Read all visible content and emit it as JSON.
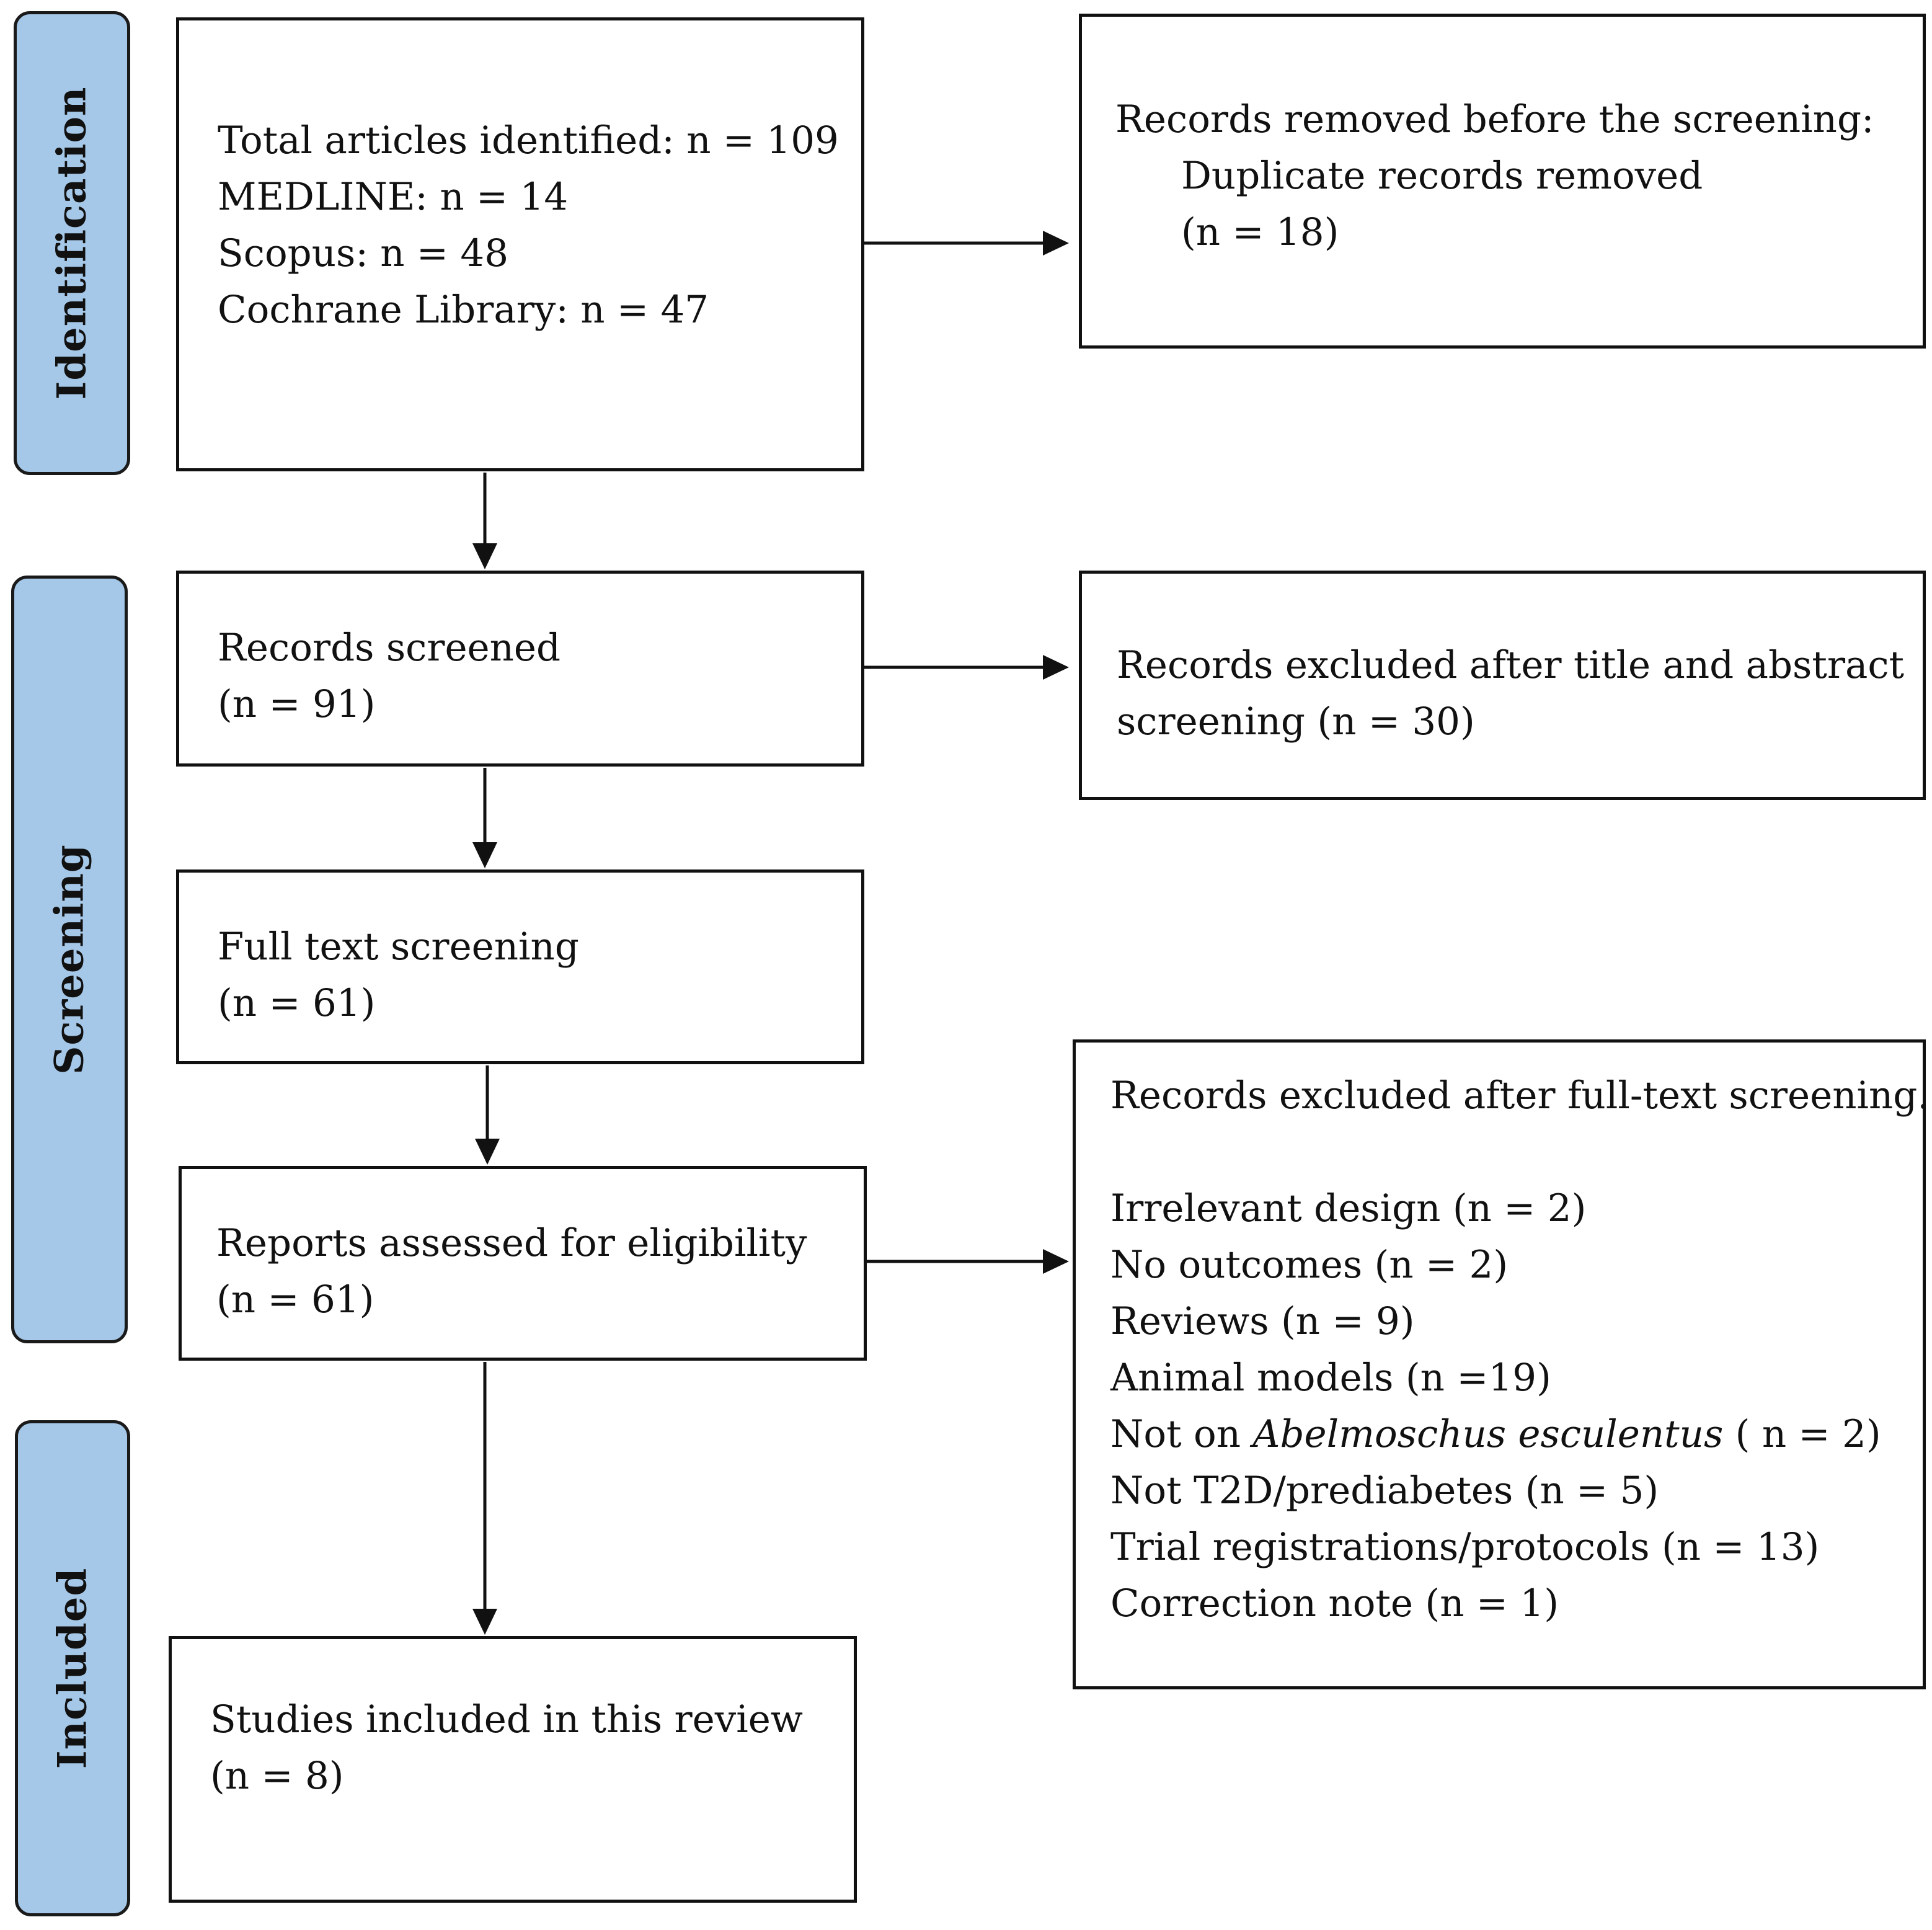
{
  "phases": {
    "identification": "Identification",
    "screening": "Screening",
    "included": "Included"
  },
  "boxes": {
    "total": {
      "lines": [
        "Total articles identified: n = 109",
        "MEDLINE: n = 14",
        "Scopus: n = 48",
        "Cochrane Library: n = 47"
      ]
    },
    "removed": {
      "title": "Records removed before the screening:",
      "sub1": "Duplicate records removed",
      "sub2": "(n = 18)"
    },
    "screened": {
      "lines": [
        "Records screened",
        "(n = 91)"
      ]
    },
    "excluded_title": {
      "lines": [
        "Records excluded after title and abstract",
        "screening (n = 30)"
      ]
    },
    "fulltext": {
      "lines": [
        "Full text screening",
        "(n = 61)"
      ]
    },
    "eligibility": {
      "lines": [
        "Reports assessed for eligibility",
        "(n = 61)"
      ]
    },
    "excluded_fulltext": {
      "title": "Records excluded after full-text screening.",
      "items": [
        "Irrelevant design (n = 2)",
        "No outcomes (n = 2)",
        "Reviews (n = 9)",
        "Animal models (n =19)"
      ],
      "not_on_prefix": "Not on ",
      "not_on_species": "Abelmoschus esculentus",
      "not_on_suffix": " ( n = 2)",
      "items_after": [
        "Not T2D/prediabetes (n = 5)",
        "Trial registrations/protocols (n = 13)",
        "Correction note (n = 1)"
      ]
    },
    "included": {
      "lines": [
        "Studies included in this review",
        "(n = 8)"
      ]
    }
  },
  "colors": {
    "phase_fill": "#a6c8e8",
    "border": "#111111"
  }
}
